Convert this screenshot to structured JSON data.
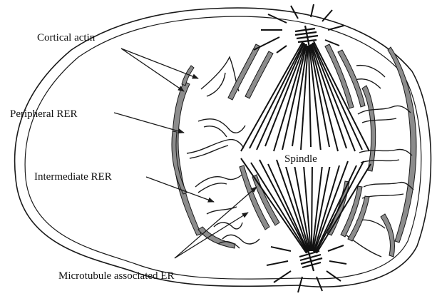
{
  "labels": {
    "cortical_actin": "Cortical actin",
    "peripheral_rer": "Peripheral RER",
    "intermediate_rer": "Intermediate RER",
    "microtubule_er": "Microtubule associated ER",
    "spindle": "Spindle"
  },
  "colors": {
    "stroke": "#1a1a1a",
    "er_fill": "#8c8c8c",
    "er_dark": "#2a2a2a",
    "background": "#ffffff"
  }
}
